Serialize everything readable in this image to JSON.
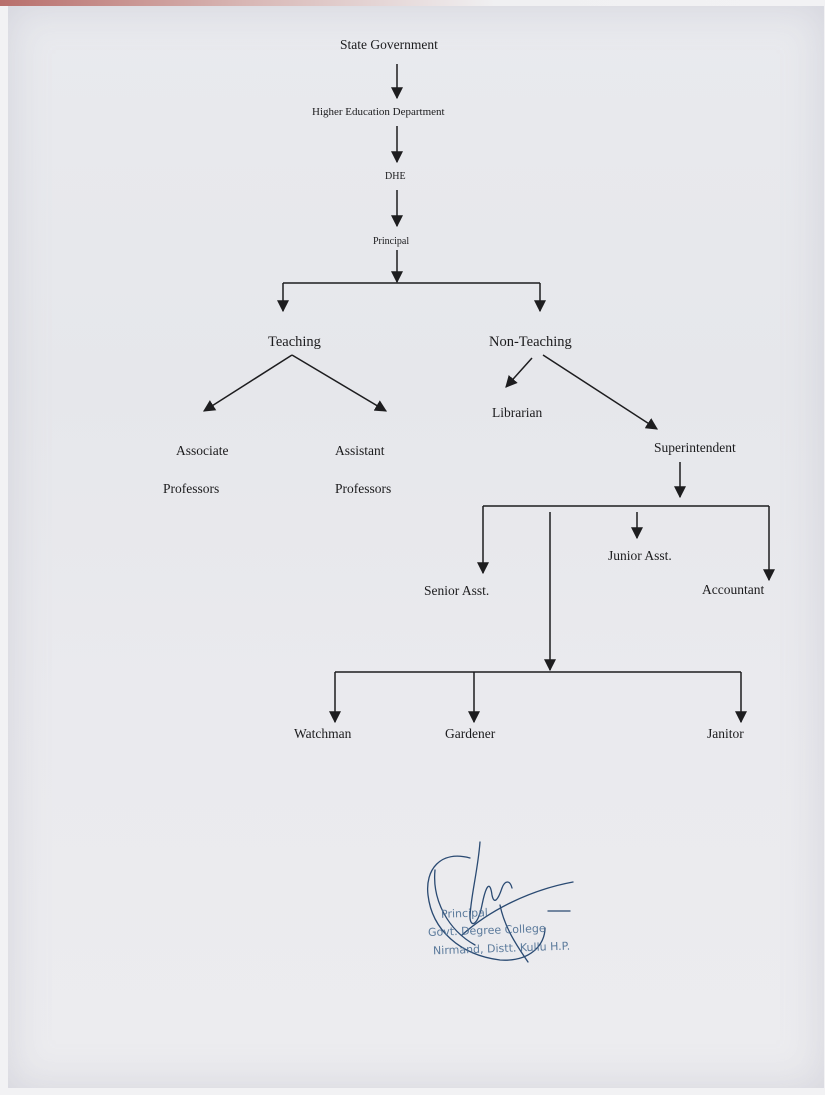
{
  "nodes": {
    "state_government": "State Government",
    "higher_education": "Higher Education Department",
    "dhe": "DHE",
    "principal": "Principal",
    "teaching": "Teaching",
    "non_teaching": "Non-Teaching",
    "associate": "Associate",
    "associate_2": "Professors",
    "assistant": "Assistant",
    "assistant_2": "Professors",
    "librarian": "Librarian",
    "superintendent": "Superintendent",
    "junior_asst": "Junior Asst.",
    "senior_asst": "Senior Asst.",
    "accountant": "Accountant",
    "watchman": "Watchman",
    "gardener": "Gardener",
    "janitor": "Janitor"
  },
  "stamp": {
    "line1": "Principal",
    "line2": "Govt. Degree College",
    "line3": "Nirmand, Distt. Kullu H.P."
  },
  "colors": {
    "paper": "#e8e9ed",
    "ink": "#1d1d1f",
    "stamp": "#4c6e93",
    "signature": "#2a4a72"
  }
}
